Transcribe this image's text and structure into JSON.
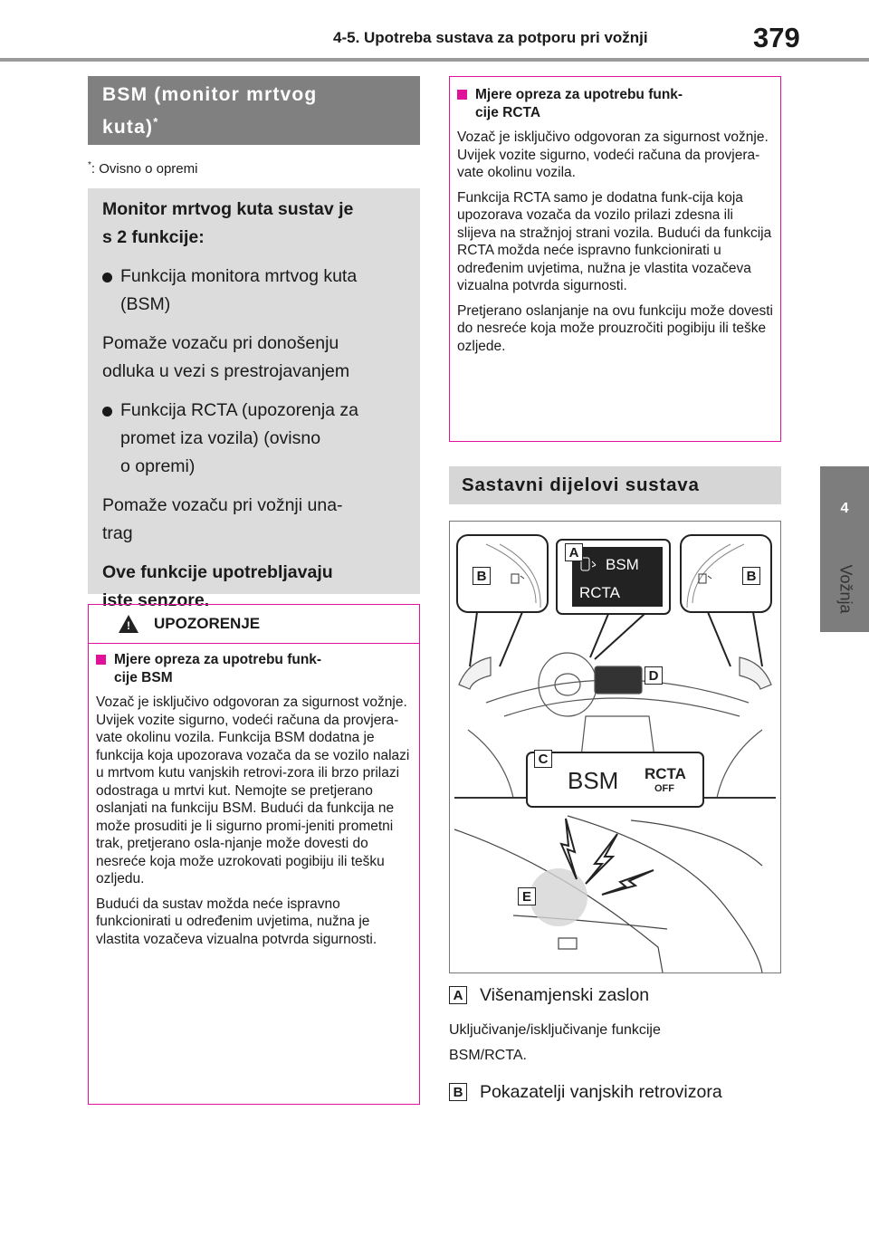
{
  "header": {
    "section_title": "4-5. Upotreba sustava za potporu pri vožnji",
    "page_number": "379"
  },
  "side_tab": {
    "number": "4",
    "label": "Vožnja"
  },
  "bsm_section": {
    "title_line1": "BSM (monitor mrtvog",
    "title_line2": "kuta)",
    "asterisk": "*",
    "footnote_mark": "*",
    "footnote_text": ": Ovisno o opremi"
  },
  "grey_box": {
    "intro_1": "Monitor mrtvog kuta sustav je",
    "intro_2": "s 2 funkcije:",
    "b1_line1": "Funkcija monitora mrtvog kuta",
    "b1_line2": "(BSM)",
    "b1_desc1": "Pomaže vozaču pri donošenju",
    "b1_desc2": "odluka u vezi s prestrojavanjem",
    "b2_line1": "Funkcija RCTA (upozorenja za",
    "b2_line2": "promet iza vozila) (ovisno",
    "b2_line3": "o opremi)",
    "b2_desc1": "Pomaže vozaču pri vožnji una-",
    "b2_desc2": "trag",
    "outro_1": "Ove funkcije upotrebljavaju",
    "outro_2": "iste senzore."
  },
  "warning": {
    "title": "UPOZORENJE",
    "sub1_line1": "Mjere opreza za upotrebu funk-",
    "sub1_line2": "cije BSM",
    "p1": "Vozač je isključivo odgovoran za sigurnost vožnje. Uvijek vozite sigurno, vodeći računa da provjera-vate okolinu vozila. Funkcija BSM dodatna je funkcija koja upozorava vozača da se vozilo nalazi u mrtvom kutu vanjskih retrovi-zora ili brzo prilazi odostraga u mrtvi kut. Nemojte se pretjerano oslanjati na funkciju BSM. Budući da funkcija ne može prosuditi je li sigurno promi-jeniti prometni trak, pretjerano osla-njanje može dovesti do nesreće koja može uzrokovati pogibiju ili tešku ozljedu.",
    "p2": "Budući da sustav možda neće ispravno funkcionirati u određenim uvjetima, nužna je vlastita vozačeva vizualna potvrda sigurnosti."
  },
  "rcta_box": {
    "sub_line1": "Mjere opreza za upotrebu funk-",
    "sub_line2": "cije RCTA",
    "p1": "Vozač je isključivo odgovoran za sigurnost vožnje. Uvijek vozite sigurno, vodeći računa da provjera-vate okolinu vozila.",
    "p2": "Funkcija RCTA samo je dodatna funk-cija koja upozorava vozača da vozilo prilazi zdesna ili slijeva na stražnjoj strani vozila. Budući da funkcija RCTA možda neće ispravno funkcionirati u određenim uvjetima, nužna je vlastita vozačeva vizualna potvrda sigurnosti.",
    "p3": "Pretjerano oslanjanje na ovu funkciju može dovesti do nesreće koja može prouzročiti pogibiju ili teške ozljede."
  },
  "components_section": {
    "title": "Sastavni dijelovi sustava"
  },
  "figure": {
    "labels": {
      "a": "A",
      "b": "B",
      "c": "C",
      "d": "D",
      "e": "E"
    },
    "display_bsm": "BSM",
    "display_rcta": "RCTA",
    "switch_bsm": "BSM",
    "switch_rcta": "RCTA",
    "switch_off": "OFF"
  },
  "items": [
    {
      "letter": "A",
      "title": "Višenamjenski zaslon",
      "desc1": "Uključivanje/isključivanje funkcije",
      "desc2": "BSM/RCTA."
    },
    {
      "letter": "B",
      "title": "Pokazatelji vanjskih retrovizora"
    }
  ]
}
